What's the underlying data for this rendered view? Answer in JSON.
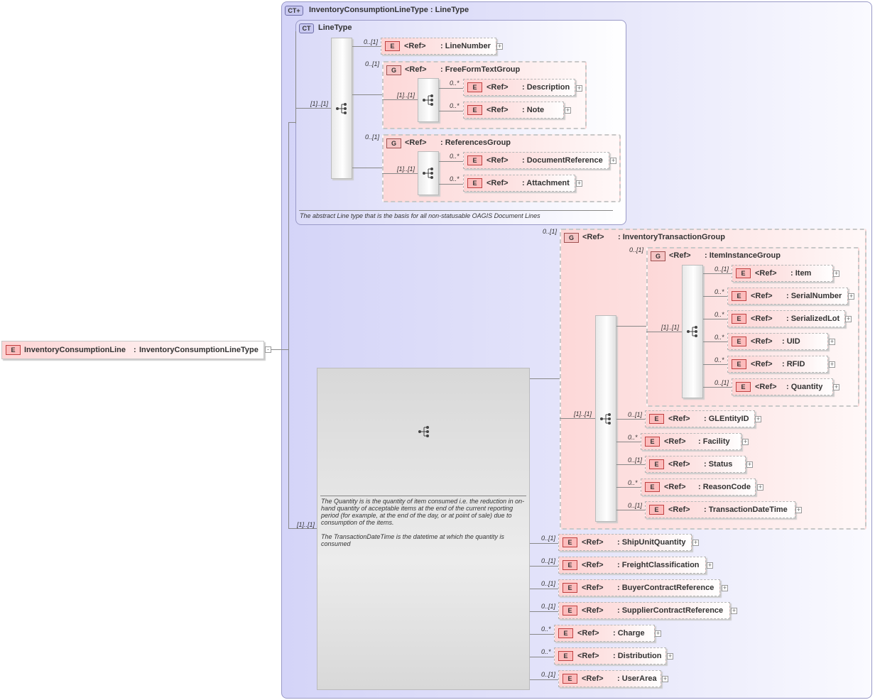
{
  "root_element": {
    "badge": "E",
    "name": "InventoryConsumptionLine",
    "sep": ":",
    "type": "InventoryConsumptionLineType"
  },
  "outer_type": {
    "badge": "CT",
    "title": "InventoryConsumptionLineType : LineType"
  },
  "line_type": {
    "badge": "CT",
    "title": "LineType",
    "doc": "The abstract Line type that is the basis for all non-statusable OAGIS Document Lines"
  },
  "ref": "<Ref>",
  "labels": {
    "line_number": ": LineNumber",
    "free_form_text_group": ": FreeFormTextGroup",
    "description": ": Description",
    "note": ": Note",
    "references_group": ": ReferencesGroup",
    "document_reference": ": DocumentReference",
    "attachment": ": Attachment",
    "inventory_transaction_group": ": InventoryTransactionGroup",
    "item_instance_group": ": ItemInstanceGroup",
    "item": ": Item",
    "serial_number": ": SerialNumber",
    "serialized_lot": ": SerializedLot",
    "uid": ": UID",
    "rfid": ": RFID",
    "quantity": ": Quantity",
    "gl_entity_id": ": GLEntityID",
    "facility": ": Facility",
    "status": ": Status",
    "reason_code": ": ReasonCode",
    "transaction_date_time": ": TransactionDateTime",
    "ship_unit_quantity": ": ShipUnitQuantity",
    "freight_classification": ": FreightClassification",
    "buyer_contract_reference": ": BuyerContractReference",
    "supplier_contract_reference": ": SupplierContractReference",
    "charge": ": Charge",
    "distribution": ": Distribution",
    "user_area": ": UserArea"
  },
  "badges": {
    "element": "E",
    "group": "G"
  },
  "cards": {
    "opt": "0..[1]",
    "many": "0..*",
    "one": "[1]..[1]"
  },
  "sequence_doc": "The Quantity is is the quantity of item consumed i.e. the reduction in on-hand quantity of acceptable items at the end of the current reporting period (for example, at the end of the day, or at point of sale) due to consumption of the items.\n\nThe TransactionDateTime is the datetime at which the quantity is consumed"
}
